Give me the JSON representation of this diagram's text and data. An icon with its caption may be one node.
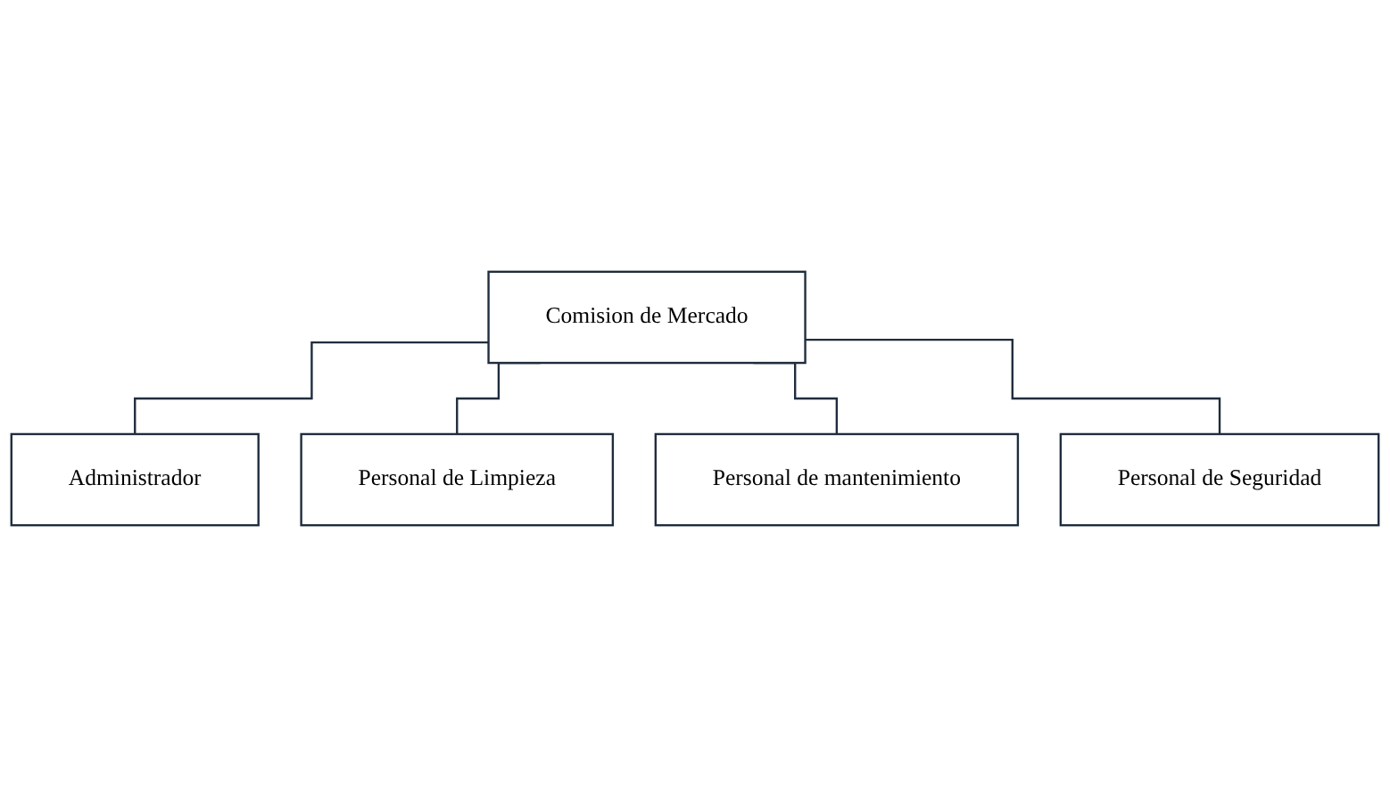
{
  "diagram": {
    "nodes": [
      {
        "text": [
          "Comision de Mercado"
        ]
      },
      {
        "text": [
          "Administrador"
        ]
      },
      {
        "text": [
          "Personal de Limpieza"
        ]
      },
      {
        "text": [
          "Personal de mantenimiento"
        ]
      },
      {
        "text": [
          "Personal de Seguridad"
        ]
      }
    ],
    "edges": [
      {
        "from": 0,
        "to": 1,
        "arrow": "none"
      },
      {
        "from": 0,
        "to": 2,
        "arrow": "none"
      },
      {
        "from": 0,
        "to": 3,
        "arrow": "none"
      },
      {
        "from": 0,
        "to": 4,
        "arrow": "none"
      }
    ]
  }
}
